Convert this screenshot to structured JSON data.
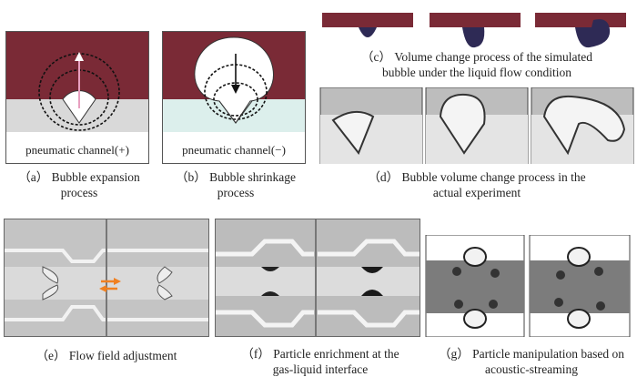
{
  "panel_a": {
    "channel_label": "pneumatic channel(+)",
    "caption_line1": "（a） Bubble expansion",
    "caption_line2": "process"
  },
  "panel_b": {
    "channel_label": "pneumatic channel(−)",
    "caption_line1": "（b） Bubble shrinkage",
    "caption_line2": "process"
  },
  "panel_c": {
    "caption_line1": "（c） Volume change process of the simulated",
    "caption_line2": "bubble under the liquid flow condition"
  },
  "panel_d": {
    "caption_line1": "（d） Bubble volume change process in the",
    "caption_line2": "actual experiment"
  },
  "panel_e": {
    "caption_line1": "（e） Flow field adjustment"
  },
  "panel_f": {
    "caption_line1": "（f） Particle enrichment at the",
    "caption_line2": "gas-liquid interface"
  },
  "panel_g": {
    "caption_line1": "（g） Particle manipulation based on",
    "caption_line2": "acoustic-streaming"
  },
  "colors": {
    "channel": "#7a2a36",
    "liquid": "#d9d9d9",
    "liquid_b": "#dcefec",
    "bubble_sim": "#2e2a55",
    "arrow_up": "#e8a0c0",
    "flow_arrow": "#f08020"
  }
}
